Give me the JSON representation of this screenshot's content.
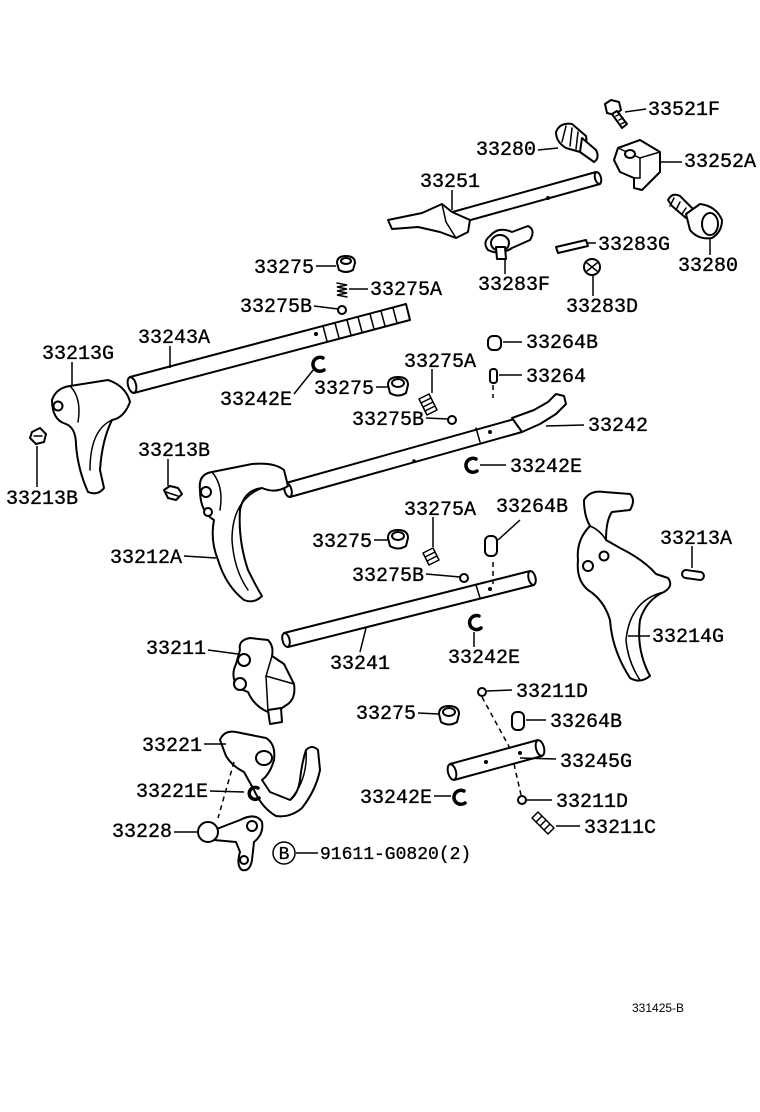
{
  "diagram": {
    "callouts": [
      "33521F",
      "33280",
      "33252A",
      "33251",
      "33283G",
      "33280",
      "33275",
      "33283F",
      "33275A",
      "33275B",
      "33283D",
      "33243A",
      "33264B",
      "33213G",
      "33275A",
      "33264",
      "33275",
      "33242E",
      "33275B",
      "33242",
      "33213B",
      "33242E",
      "33213B",
      "33275A",
      "33264B",
      "33213A",
      "33275",
      "33212A",
      "33275B",
      "33214G",
      "33211",
      "33241",
      "33242E",
      "33211D",
      "33275",
      "33264B",
      "33221",
      "33245G",
      "33221E",
      "33242E",
      "33211D",
      "33228",
      "33211C"
    ],
    "bolt_note": {
      "badge": "B",
      "part_number": "91611-G0820(2)"
    },
    "figure_id": "331425-B"
  }
}
